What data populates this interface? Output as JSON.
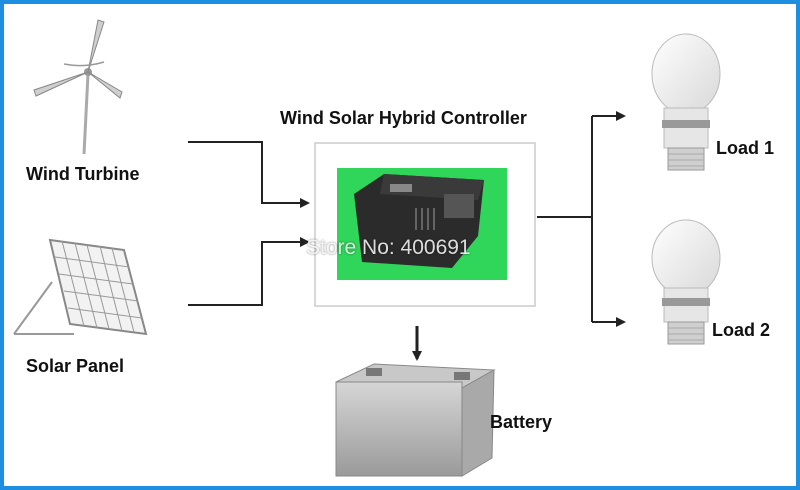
{
  "title": "Wind Solar Hybrid Controller",
  "sources": {
    "wind_label": "Wind Turbine",
    "solar_label": "Solar Panel"
  },
  "loads": {
    "load1_label": "Load 1",
    "load2_label": "Load 2"
  },
  "storage": {
    "battery_label": "Battery"
  },
  "watermark": "Store No: 400691",
  "colors": {
    "frame": "#1e8fe0",
    "controller_screen": "#2fd65a",
    "line": "#222222"
  },
  "icons": [
    "wind-turbine-icon",
    "solar-panel-icon",
    "controller-device-icon",
    "battery-icon",
    "light-bulb-icon"
  ]
}
